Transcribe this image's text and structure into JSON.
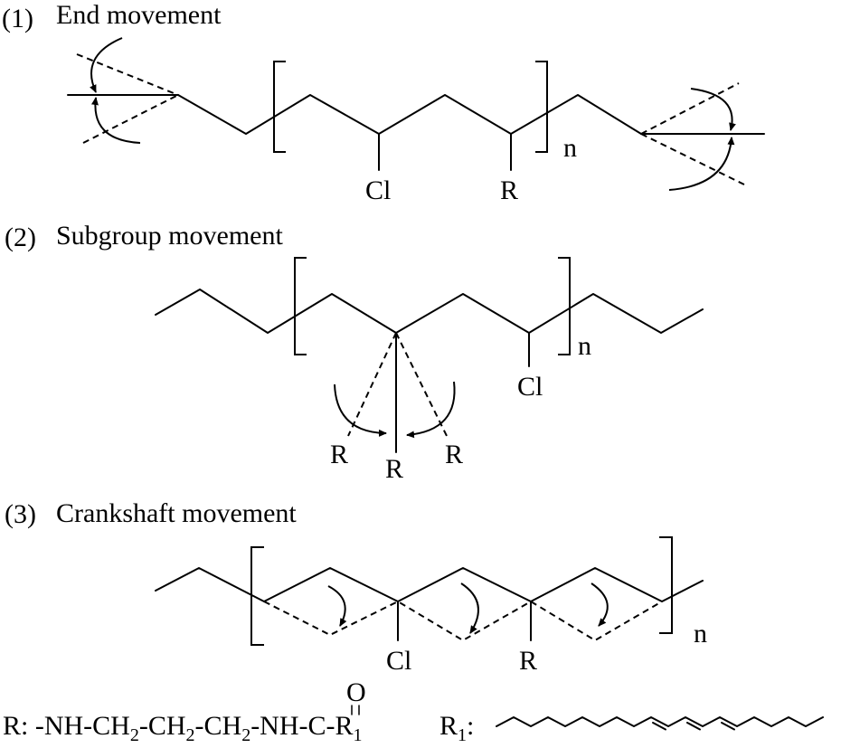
{
  "panels": [
    {
      "number": "(1)",
      "title": "End movement",
      "labels": [
        "Cl",
        "R"
      ],
      "repeat": "n"
    },
    {
      "number": "(2)",
      "title": "Subgroup movement",
      "labels": [
        "Cl",
        "R",
        "R",
        "R"
      ],
      "repeat": "n"
    },
    {
      "number": "(3)",
      "title": "Crankshaft movement",
      "labels": [
        "Cl",
        "R"
      ],
      "repeat": "n"
    }
  ],
  "legend": {
    "r_prefix": "R: -NH-CH",
    "sub2": "2",
    "chain_mid": "-CH",
    "chain_end": "-NH-C-R",
    "sub1": "1",
    "carbonyl_o": "O",
    "r1_label": "R",
    "r1_colon": ":"
  }
}
